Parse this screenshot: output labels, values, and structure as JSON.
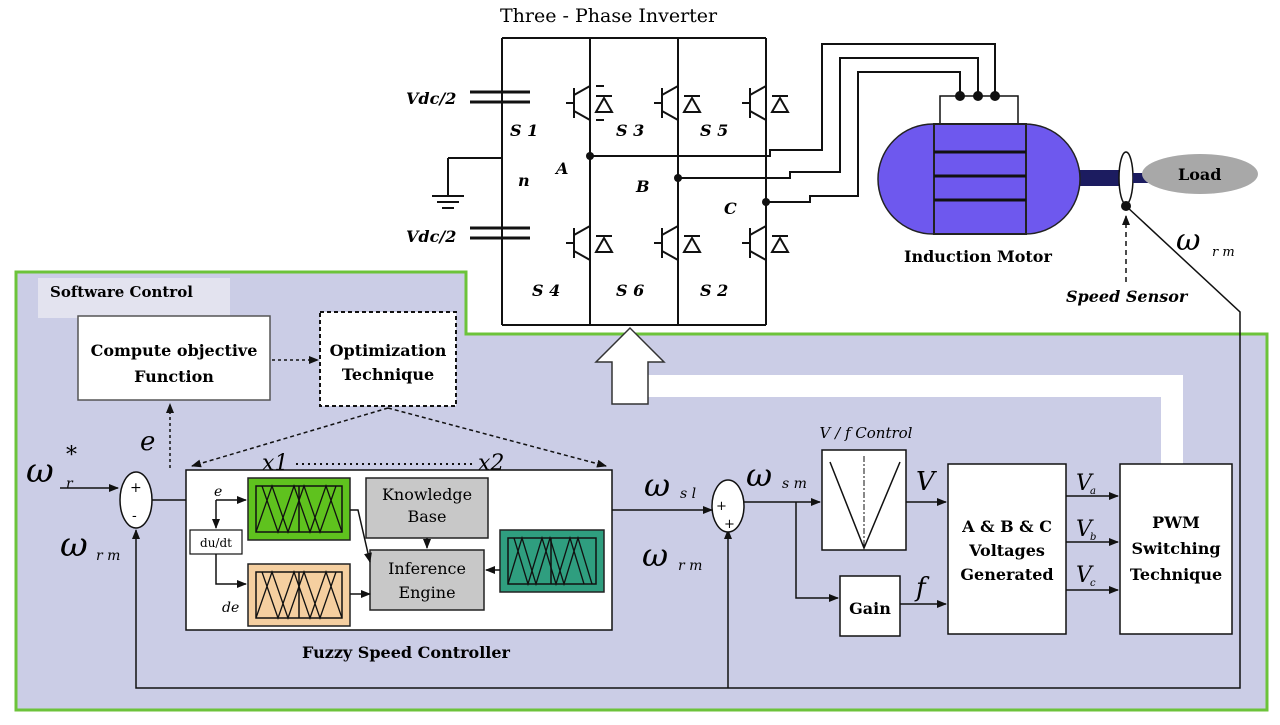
{
  "inverter": {
    "title": "Three - Phase Inverter",
    "vdc_top": "Vdc/2",
    "vdc_bottom": "Vdc/2",
    "neutral": "n",
    "switches": {
      "s1": "S 1",
      "s3": "S 3",
      "s5": "S 5",
      "s4": "S 4",
      "s6": "S 6",
      "s2": "S 2"
    },
    "phases": {
      "a": "A",
      "b": "B",
      "c": "C"
    }
  },
  "motor": {
    "label": "Induction Motor",
    "load": "Load",
    "speed_sensor": "Speed Sensor",
    "omega": "ω",
    "omega_sub": "r m"
  },
  "software": {
    "title": "Software Control",
    "objective": {
      "line1": "Compute objective",
      "line2": "Function"
    },
    "optimization": {
      "line1": "Optimization",
      "line2": "Technique"
    },
    "e_label": "e",
    "x1": "x1",
    "x2": "x2"
  },
  "fuzzy": {
    "title": "Fuzzy Speed Controller",
    "e_in": "e",
    "de_in": "de",
    "dudt": "du/dt",
    "knowledge": {
      "line1": "Knowledge",
      "line2": "Base"
    },
    "inference": {
      "line1": "Inference",
      "line2": "Engine"
    }
  },
  "signals": {
    "omega": "ω",
    "star": "*",
    "r_sub": "r",
    "rm_sub": "r m",
    "sl_sub": "s l",
    "sm_sub": "s m",
    "V": "V",
    "f": "f",
    "Va": "V",
    "Va_sub": "a",
    "Vb": "V",
    "Vb_sub": "b",
    "Vc": "V",
    "Vc_sub": "c",
    "plus": "+",
    "minus": "-"
  },
  "vf": {
    "title": "V / f Control"
  },
  "gain": {
    "label": "Gain"
  },
  "abc": {
    "line1": "A & B & C",
    "line2": "Voltages",
    "line3": "Generated"
  },
  "pwm": {
    "line1": "PWM",
    "line2": "Switching",
    "line3": "Technique"
  },
  "colors": {
    "panel": "#cbcde6",
    "panel_border": "#6cc33a",
    "motor": "#6e58ee",
    "green_mf": "#5fc21e",
    "tan_mf": "#f5cfa0",
    "teal_mf": "#2f9e7f",
    "kb_box": "#c8c8c8"
  }
}
